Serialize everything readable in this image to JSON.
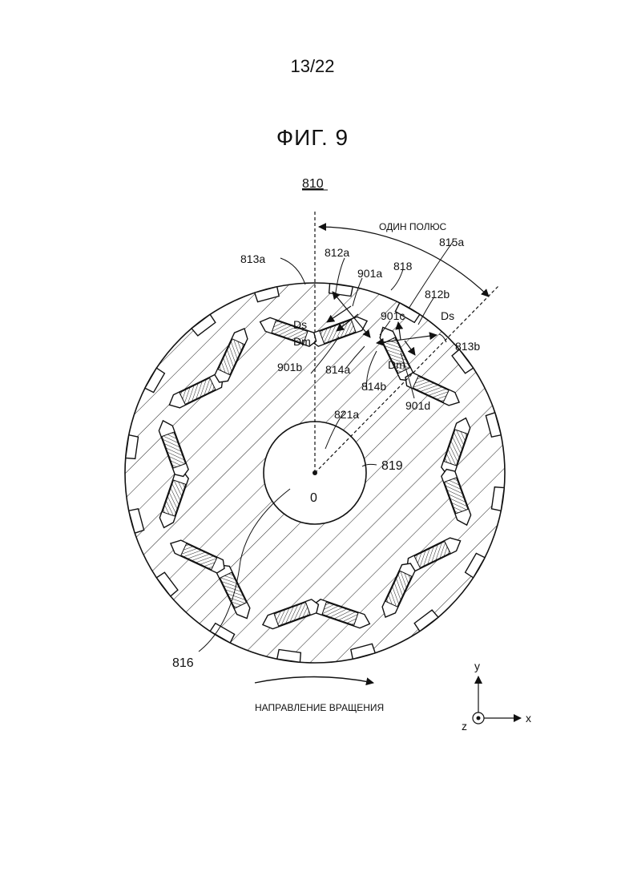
{
  "page_number": "13/22",
  "figure_title": "ФИГ. 9",
  "labels": {
    "rotor": "810",
    "one_pole": "ОДИН ПОЛЮС",
    "l815a": "815a",
    "l813a": "813a",
    "l812a": "812a",
    "l901a": "901a",
    "l818": "818",
    "l812b": "812b",
    "l901c": "901c",
    "ds1": "Ds",
    "ds2": "Ds",
    "dm1": "Dm",
    "dm2": "Dm",
    "l813b": "813b",
    "l901b": "901b",
    "l814a": "814a",
    "l814b": "814b",
    "l901d": "901d",
    "l821a": "821a",
    "l819": "819",
    "center": "0",
    "l816": "816",
    "rotation": "НАПРАВЛЕНИЕ ВРАЩЕНИЯ",
    "axis_y": "y",
    "axis_x": "x",
    "axis_z": "z"
  }
}
